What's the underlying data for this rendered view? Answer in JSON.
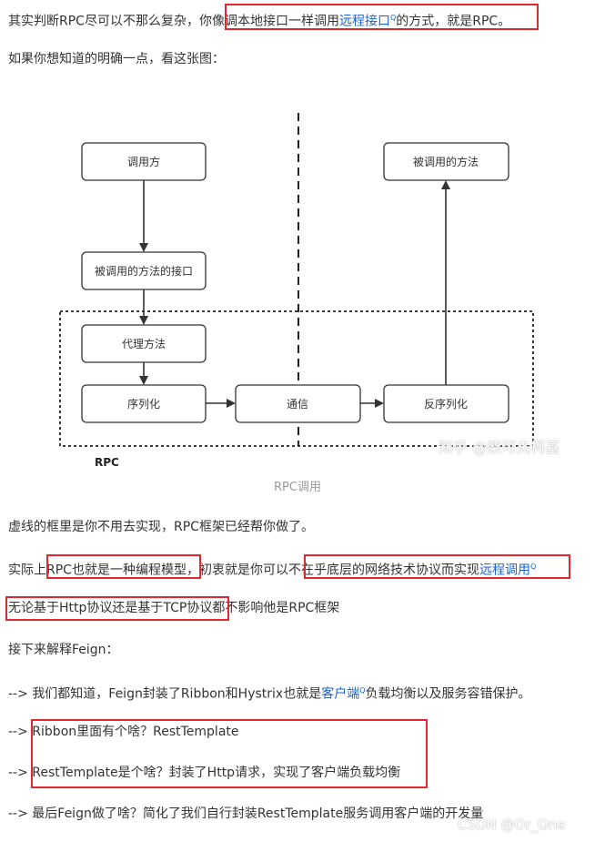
{
  "para1": {
    "prefix": "其实判断RPC尽可以不那么复杂，你",
    "highlight": "像调本地接口一样调用",
    "link": "远程接口",
    "suffix": "的方式，就是RPC。"
  },
  "para2": "如果你想知道的明确一点，看这张图：",
  "diagram": {
    "caller": "调用方",
    "interface": "被调用的方法的接口",
    "proxy": "代理方法",
    "serialize": "序列化",
    "transport": "通信",
    "deserialize": "反序列化",
    "callee": "被调用的方法",
    "rpc_label": "RPC",
    "watermark": "知乎 @柴可夫柯基",
    "caption": "RPC调用"
  },
  "para3": "虚线的框里是你不用去实现，RPC框架已经帮你做了。",
  "para4": {
    "a": "实际上",
    "b": "RPC也就是一种编程模型",
    "c": "，初衷就是你可以",
    "d": "不在乎底层的网络技术协议而实现",
    "link": "远程调用"
  },
  "para5": {
    "a": "无论基于Http协议还是基于TCP协议",
    "b": "都不影响他是RPC框架"
  },
  "para6": "接下来解释Feign：",
  "para7": {
    "a": "--> 我们都知道，Feign封装了Ribbon和Hystrix也就是",
    "link": "客户端",
    "b": "负载均衡以及服务容错保护。"
  },
  "para8": {
    "arrow": "-->",
    "text": "Ribbon里面有个啥？RestTemplate"
  },
  "para9": {
    "arrow": "-->",
    "text": "RestTemplate是个啥？封装了Http请求，实现了客户端负载均衡"
  },
  "para10": "--> 最后Feign做了啥？简化了我们自行封装RestTemplate服务调用客户端的开发量",
  "watermark_bottom": "CSDN @Or_One"
}
